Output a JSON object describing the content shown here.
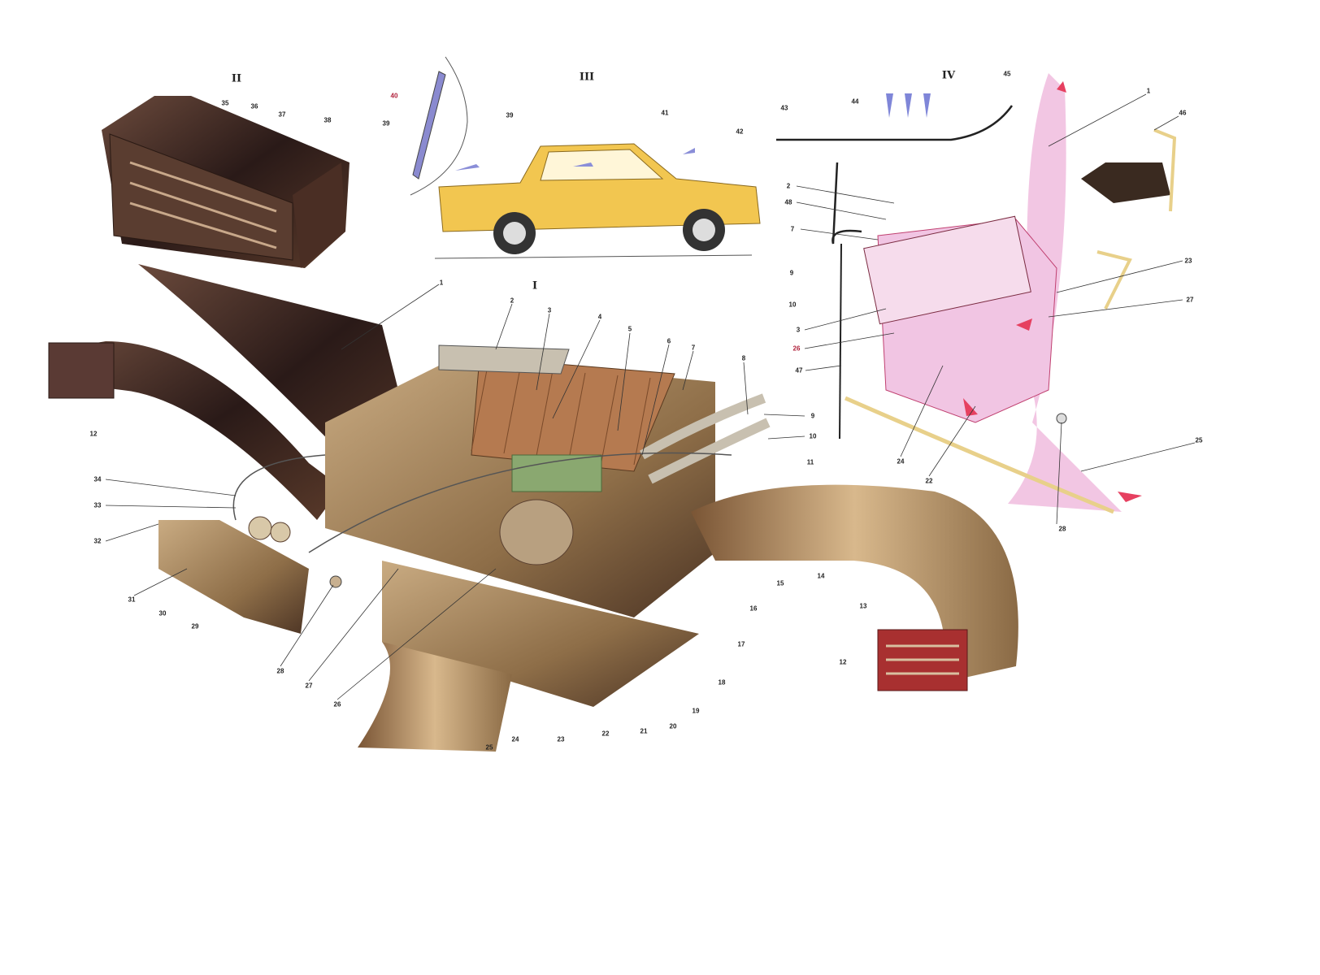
{
  "views": {
    "view_I": {
      "title": "I",
      "labels": [
        "1",
        "2",
        "3",
        "4",
        "5",
        "6",
        "7",
        "8",
        "9",
        "10",
        "11",
        "12",
        "12",
        "13",
        "14",
        "15",
        "16",
        "17",
        "18",
        "19",
        "20",
        "21",
        "22",
        "23",
        "24",
        "25",
        "26",
        "27",
        "28",
        "29",
        "30",
        "31",
        "32",
        "33",
        "34"
      ]
    },
    "view_II": {
      "title": "II",
      "labels": [
        "35",
        "36",
        "37",
        "38"
      ]
    },
    "view_III": {
      "title": "III",
      "labels": [
        "40",
        "39",
        "39",
        "41",
        "42"
      ]
    },
    "view_IV": {
      "title": "IV",
      "labels": [
        "45",
        "1",
        "46",
        "43",
        "44",
        "2",
        "48",
        "7",
        "9",
        "10",
        "3",
        "26",
        "47",
        "23",
        "27",
        "24",
        "22",
        "25",
        "28"
      ]
    }
  },
  "colors": {
    "housing": "#9a7a52",
    "duct_dark": "#3a2320",
    "car": "#f0c24a",
    "overlay": "#eebfe0",
    "arrow_red": "#e64060",
    "arrow_blue": "#7f86d8"
  }
}
